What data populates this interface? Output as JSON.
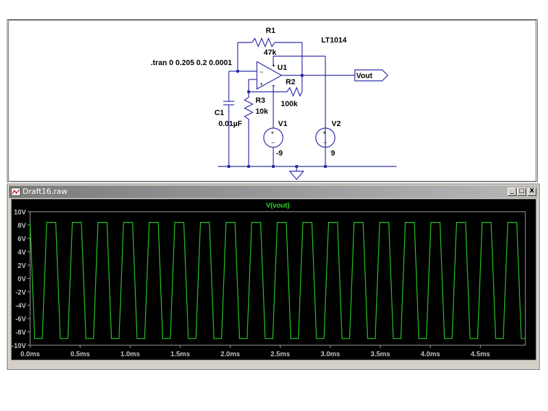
{
  "schematic": {
    "directive": ".tran 0 0.205 0.2 0.0001",
    "model": "LT1014",
    "components": [
      {
        "ref": "R1",
        "value": "47k"
      },
      {
        "ref": "U1",
        "value": ""
      },
      {
        "ref": "R2",
        "value": "100k"
      },
      {
        "ref": "R3",
        "value": "10k"
      },
      {
        "ref": "C1",
        "value": "0.01µF"
      },
      {
        "ref": "V1",
        "value": "-9"
      },
      {
        "ref": "V2",
        "value": "9"
      }
    ],
    "net_label": "Vout",
    "wire_color": "#2a2aa8",
    "text_color": "#000000"
  },
  "waveform_window": {
    "title": "Draft16.raw",
    "buttons": {
      "minimize": "_",
      "maximize": "□",
      "close": "X"
    },
    "icon": "waveform-icon"
  },
  "chart_data": {
    "type": "line",
    "title": "V(vout)",
    "xlabel": "",
    "ylabel": "",
    "xlim": [
      0.0,
      4.95
    ],
    "ylim": [
      -10,
      10
    ],
    "x_unit": "ms",
    "y_unit": "V",
    "xticks": [
      "0.0ms",
      "0.5ms",
      "1.0ms",
      "1.5ms",
      "2.0ms",
      "2.5ms",
      "3.0ms",
      "3.5ms",
      "4.0ms",
      "4.5ms"
    ],
    "xtick_values": [
      0.0,
      0.5,
      1.0,
      1.5,
      2.0,
      2.5,
      3.0,
      3.5,
      4.0,
      4.5
    ],
    "yticks": [
      "10V",
      "8V",
      "6V",
      "4V",
      "2V",
      "0V",
      "-2V",
      "-4V",
      "-6V",
      "-8V",
      "-10V"
    ],
    "ytick_values": [
      10,
      8,
      6,
      4,
      2,
      0,
      -2,
      -4,
      -6,
      -8,
      -10
    ],
    "grid": false,
    "series": [
      {
        "name": "V(vout)",
        "color": "#22cc22",
        "waveform": {
          "shape": "trapezoid",
          "high": 8.4,
          "low": -9.0,
          "period_ms": 0.256,
          "start_ms": 0.0,
          "start_level": "high",
          "fall_ms": 0.045,
          "low_hold_ms": 0.076,
          "rise_ms": 0.045,
          "high_hold_ms": 0.09
        }
      }
    ],
    "background": "#000000",
    "axis_color": "#a0a0a0"
  }
}
